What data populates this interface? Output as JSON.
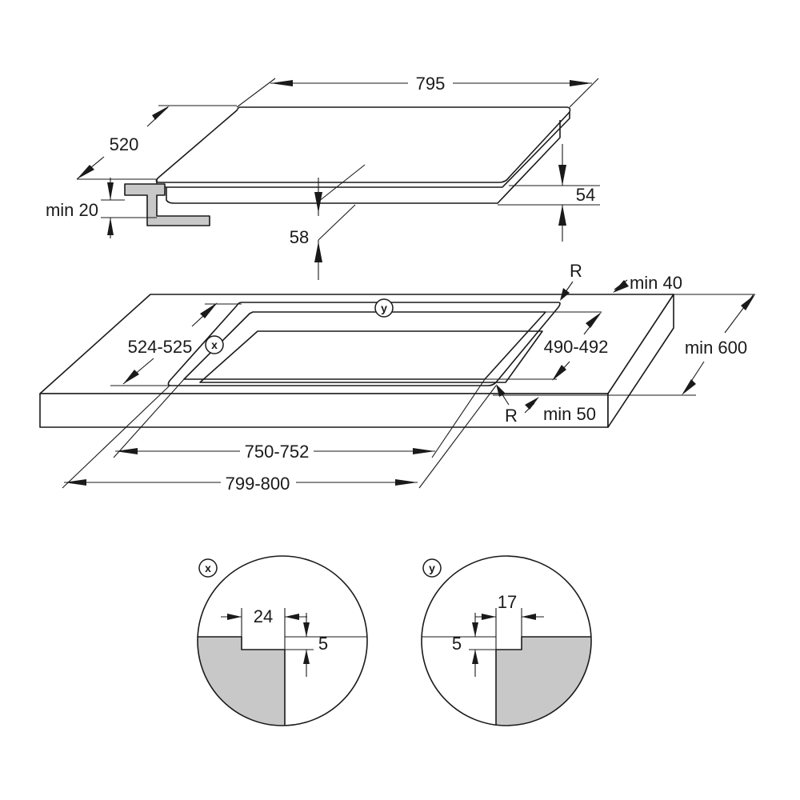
{
  "top_view": {
    "width_label": "795",
    "depth_label": "520",
    "glass_height_label": "54",
    "body_height_label": "58",
    "frame_label": "min 20"
  },
  "cutout_view": {
    "corner_label_top": "R",
    "corner_label_bottom": "R",
    "back_clearance": "min 40",
    "front_clearance": "min 50",
    "worktop_depth": "min 600",
    "cutout_depth_outer": "524-525",
    "cutout_depth_inner": "490-492",
    "cutout_width_inner": "750-752",
    "cutout_width_outer": "799-800",
    "marker_x": "x",
    "marker_y": "y"
  },
  "detail_x": {
    "marker": "x",
    "width_label": "24",
    "depth_label": "5"
  },
  "detail_y": {
    "marker": "y",
    "width_label": "17",
    "depth_label": "5"
  }
}
